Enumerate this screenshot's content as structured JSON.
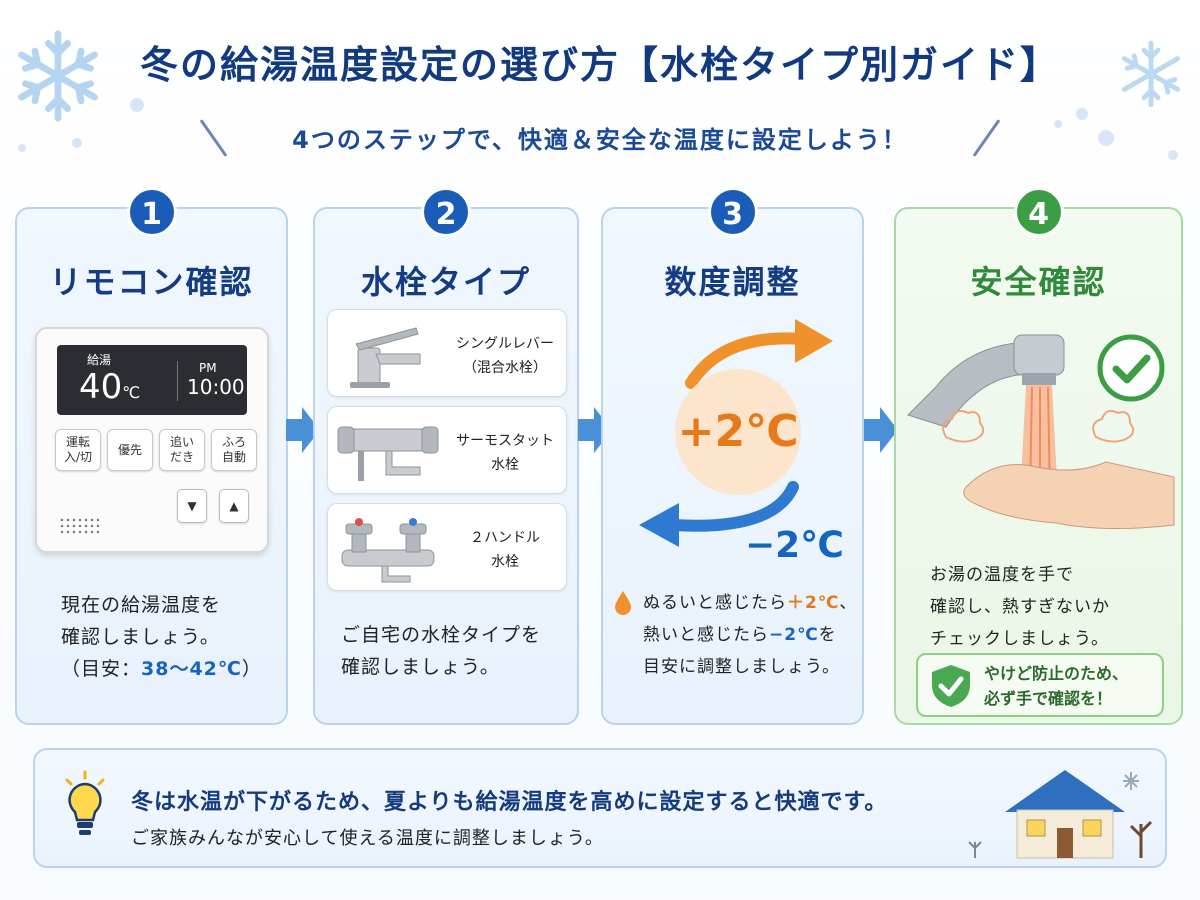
{
  "header": {
    "title": "冬の給湯温度設定の選び方【水栓タイプ別ガイド】",
    "subtitle": "4つのステップで、快適＆安全な温度に設定しよう！"
  },
  "steps": [
    {
      "number": "1",
      "title": "リモコン確認",
      "remote": {
        "lcd_label": "給湯",
        "temperature": "40",
        "unit": "℃",
        "ampm": "PM",
        "clock": "10:00",
        "buttons": [
          "運転\n入/切",
          "優先",
          "追い\nだき",
          "ふろ\n自動"
        ],
        "up": "▲",
        "down": "▼"
      },
      "text_line1": "現在の給湯温度を",
      "text_line2": "確認しましょう。",
      "text_line3_prefix": "（目安：",
      "text_line3_range": "38～42℃",
      "text_line3_suffix": "）"
    },
    {
      "number": "2",
      "title": "水栓タイプ",
      "faucets": [
        {
          "line1": "シングルレバー",
          "line2": "（混合水栓）"
        },
        {
          "line1": "サーモスタット",
          "line2": "水栓"
        },
        {
          "line1": "２ハンドル",
          "line2": "水栓"
        }
      ],
      "text_line1": "ご自宅の水栓タイプを",
      "text_line2": "確認しましょう。"
    },
    {
      "number": "3",
      "title": "数度調整",
      "plus": "+2℃",
      "minus": "−2℃",
      "text_line1_a": "ぬるいと感じたら",
      "text_line1_b": "＋2℃",
      "text_line1_c": "、",
      "text_line2_a": "熱いと感じたら",
      "text_line2_b": "−2℃",
      "text_line2_c": "を",
      "text_line3": "目安に調整しましょう。"
    },
    {
      "number": "4",
      "title": "安全確認",
      "text_line1": "お湯の温度を手で",
      "text_line2": "確認し、熱すぎないか",
      "text_line3": "チェックしましょう。",
      "warning_line1": "やけど防止のため、",
      "warning_line2": "必ず手で確認を！"
    }
  ],
  "footer": {
    "main": "冬は水温が下がるため、夏よりも給湯温度を高めに設定すると快適です。",
    "sub": "ご家族みんなが安心して使える温度に調整しましょう。"
  },
  "icons": [
    "snowflake-icon",
    "arrow-right-icon",
    "faucet-icon",
    "check-icon",
    "shield-check-icon",
    "lightbulb-icon",
    "house-icon",
    "water-drop-icon"
  ],
  "colors": {
    "navy": "#123a80",
    "accent_blue": "#1565c0",
    "orange": "#e6791a",
    "green": "#3c9d45"
  }
}
